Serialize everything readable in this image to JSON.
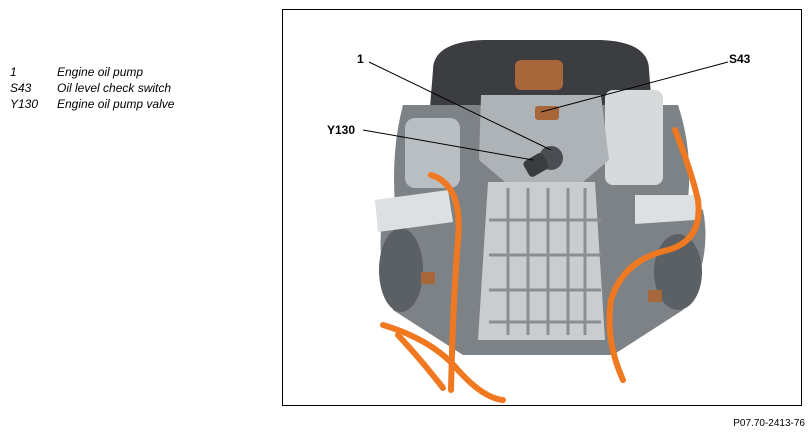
{
  "legend": [
    {
      "code": "1",
      "label": "Engine oil pump"
    },
    {
      "code": "S43",
      "label": "Oil level check switch"
    },
    {
      "code": "Y130",
      "label": "Engine oil pump valve"
    }
  ],
  "callouts": {
    "c1": "1",
    "cS43": "S43",
    "cY130": "Y130"
  },
  "reference": "P07.70-2413-76",
  "colors": {
    "engine_dark": "#3b3d40",
    "engine_mid": "#7d8287",
    "engine_light": "#c9cdd0",
    "hose": "#f07820",
    "copper": "#a8673a"
  }
}
